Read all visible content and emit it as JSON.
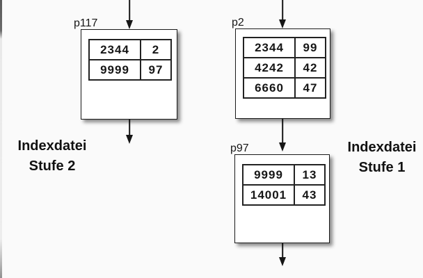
{
  "diagram": {
    "title_hint": "Two-level index file structure",
    "nodes": [
      {
        "id": "p117",
        "label": "p117",
        "rows": [
          [
            "2344",
            "2"
          ],
          [
            "9999",
            "97"
          ]
        ]
      },
      {
        "id": "p2",
        "label": "p2",
        "rows": [
          [
            "2344",
            "99"
          ],
          [
            "4242",
            "42"
          ],
          [
            "6660",
            "47"
          ]
        ]
      },
      {
        "id": "p97",
        "label": "p97",
        "rows": [
          [
            "9999",
            "13"
          ],
          [
            "14001",
            "43"
          ]
        ]
      }
    ],
    "side_labels": {
      "left": {
        "line1": "Indexdatei",
        "line2": "Stufe 2"
      },
      "right": {
        "line1": "Indexdatei",
        "line2": "Stufe 1"
      }
    },
    "edges": [
      {
        "from": "offscreen-top",
        "to": "p117"
      },
      {
        "from": "p117",
        "to": "offscreen-bottom"
      },
      {
        "from": "offscreen-top",
        "to": "p2"
      },
      {
        "from": "p2",
        "to": "p97"
      },
      {
        "from": "p97",
        "to": "offscreen-bottom"
      }
    ],
    "colors": {
      "background": "#fafafa",
      "node_fill": "#ffffff",
      "line": "#161616",
      "shadow": "rgba(0,0,0,0.45)"
    }
  }
}
